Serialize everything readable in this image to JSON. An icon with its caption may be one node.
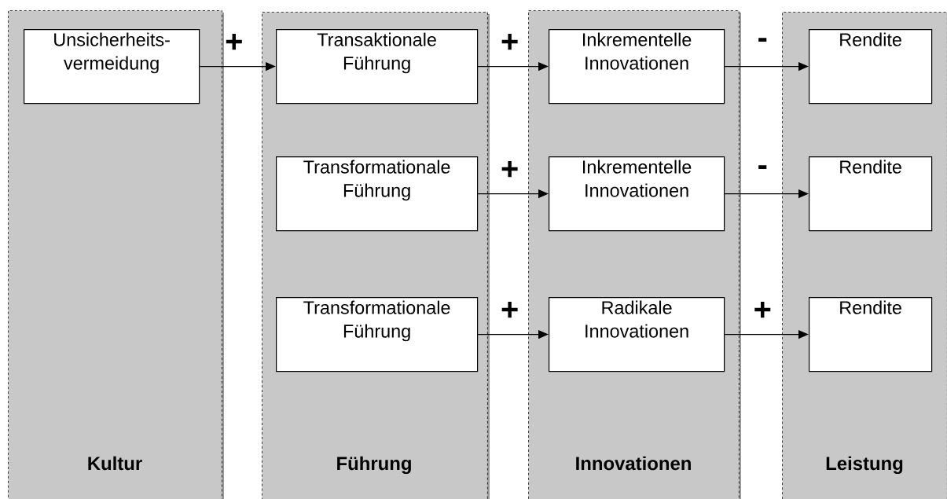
{
  "diagram": {
    "nodes": [
      {
        "text": [
          "Kultur"
        ]
      },
      {
        "text": [
          "Unsicherheits- vermeidung"
        ],
        "in": 0
      },
      {
        "text": [
          "Führung"
        ]
      },
      {
        "text": [
          "Transaktionale Führung"
        ],
        "in": 2
      },
      {
        "text": [
          "Transformationale Führung"
        ],
        "in": 2
      },
      {
        "text": [
          "Transformationale Führung"
        ],
        "in": 2
      },
      {
        "text": [
          "Innovationen"
        ]
      },
      {
        "text": [
          "Inkrementelle Innovationen"
        ],
        "in": 6
      },
      {
        "text": [
          "Inkrementelle Innovationen"
        ],
        "in": 6
      },
      {
        "text": [
          "Radikale Innovationen"
        ],
        "in": 6
      },
      {
        "text": [
          "Leistung"
        ]
      },
      {
        "text": [
          "Rendite"
        ],
        "in": 10
      },
      {
        "text": [
          "Rendite"
        ],
        "in": 10
      },
      {
        "text": [
          "Rendite"
        ],
        "in": 10
      }
    ],
    "edges": [
      {
        "from": 1,
        "to": 3,
        "arrow": "to",
        "label": "+"
      },
      {
        "from": 3,
        "to": 7,
        "arrow": "to",
        "label": "+"
      },
      {
        "from": 4,
        "to": 8,
        "arrow": "to",
        "label": "+"
      },
      {
        "from": 5,
        "to": 9,
        "arrow": "to",
        "label": "+"
      },
      {
        "from": 7,
        "to": 11,
        "arrow": "to",
        "label": "-"
      },
      {
        "from": 8,
        "to": 12,
        "arrow": "to",
        "label": "-"
      },
      {
        "from": 9,
        "to": 13,
        "arrow": "to",
        "label": "+"
      }
    ]
  }
}
